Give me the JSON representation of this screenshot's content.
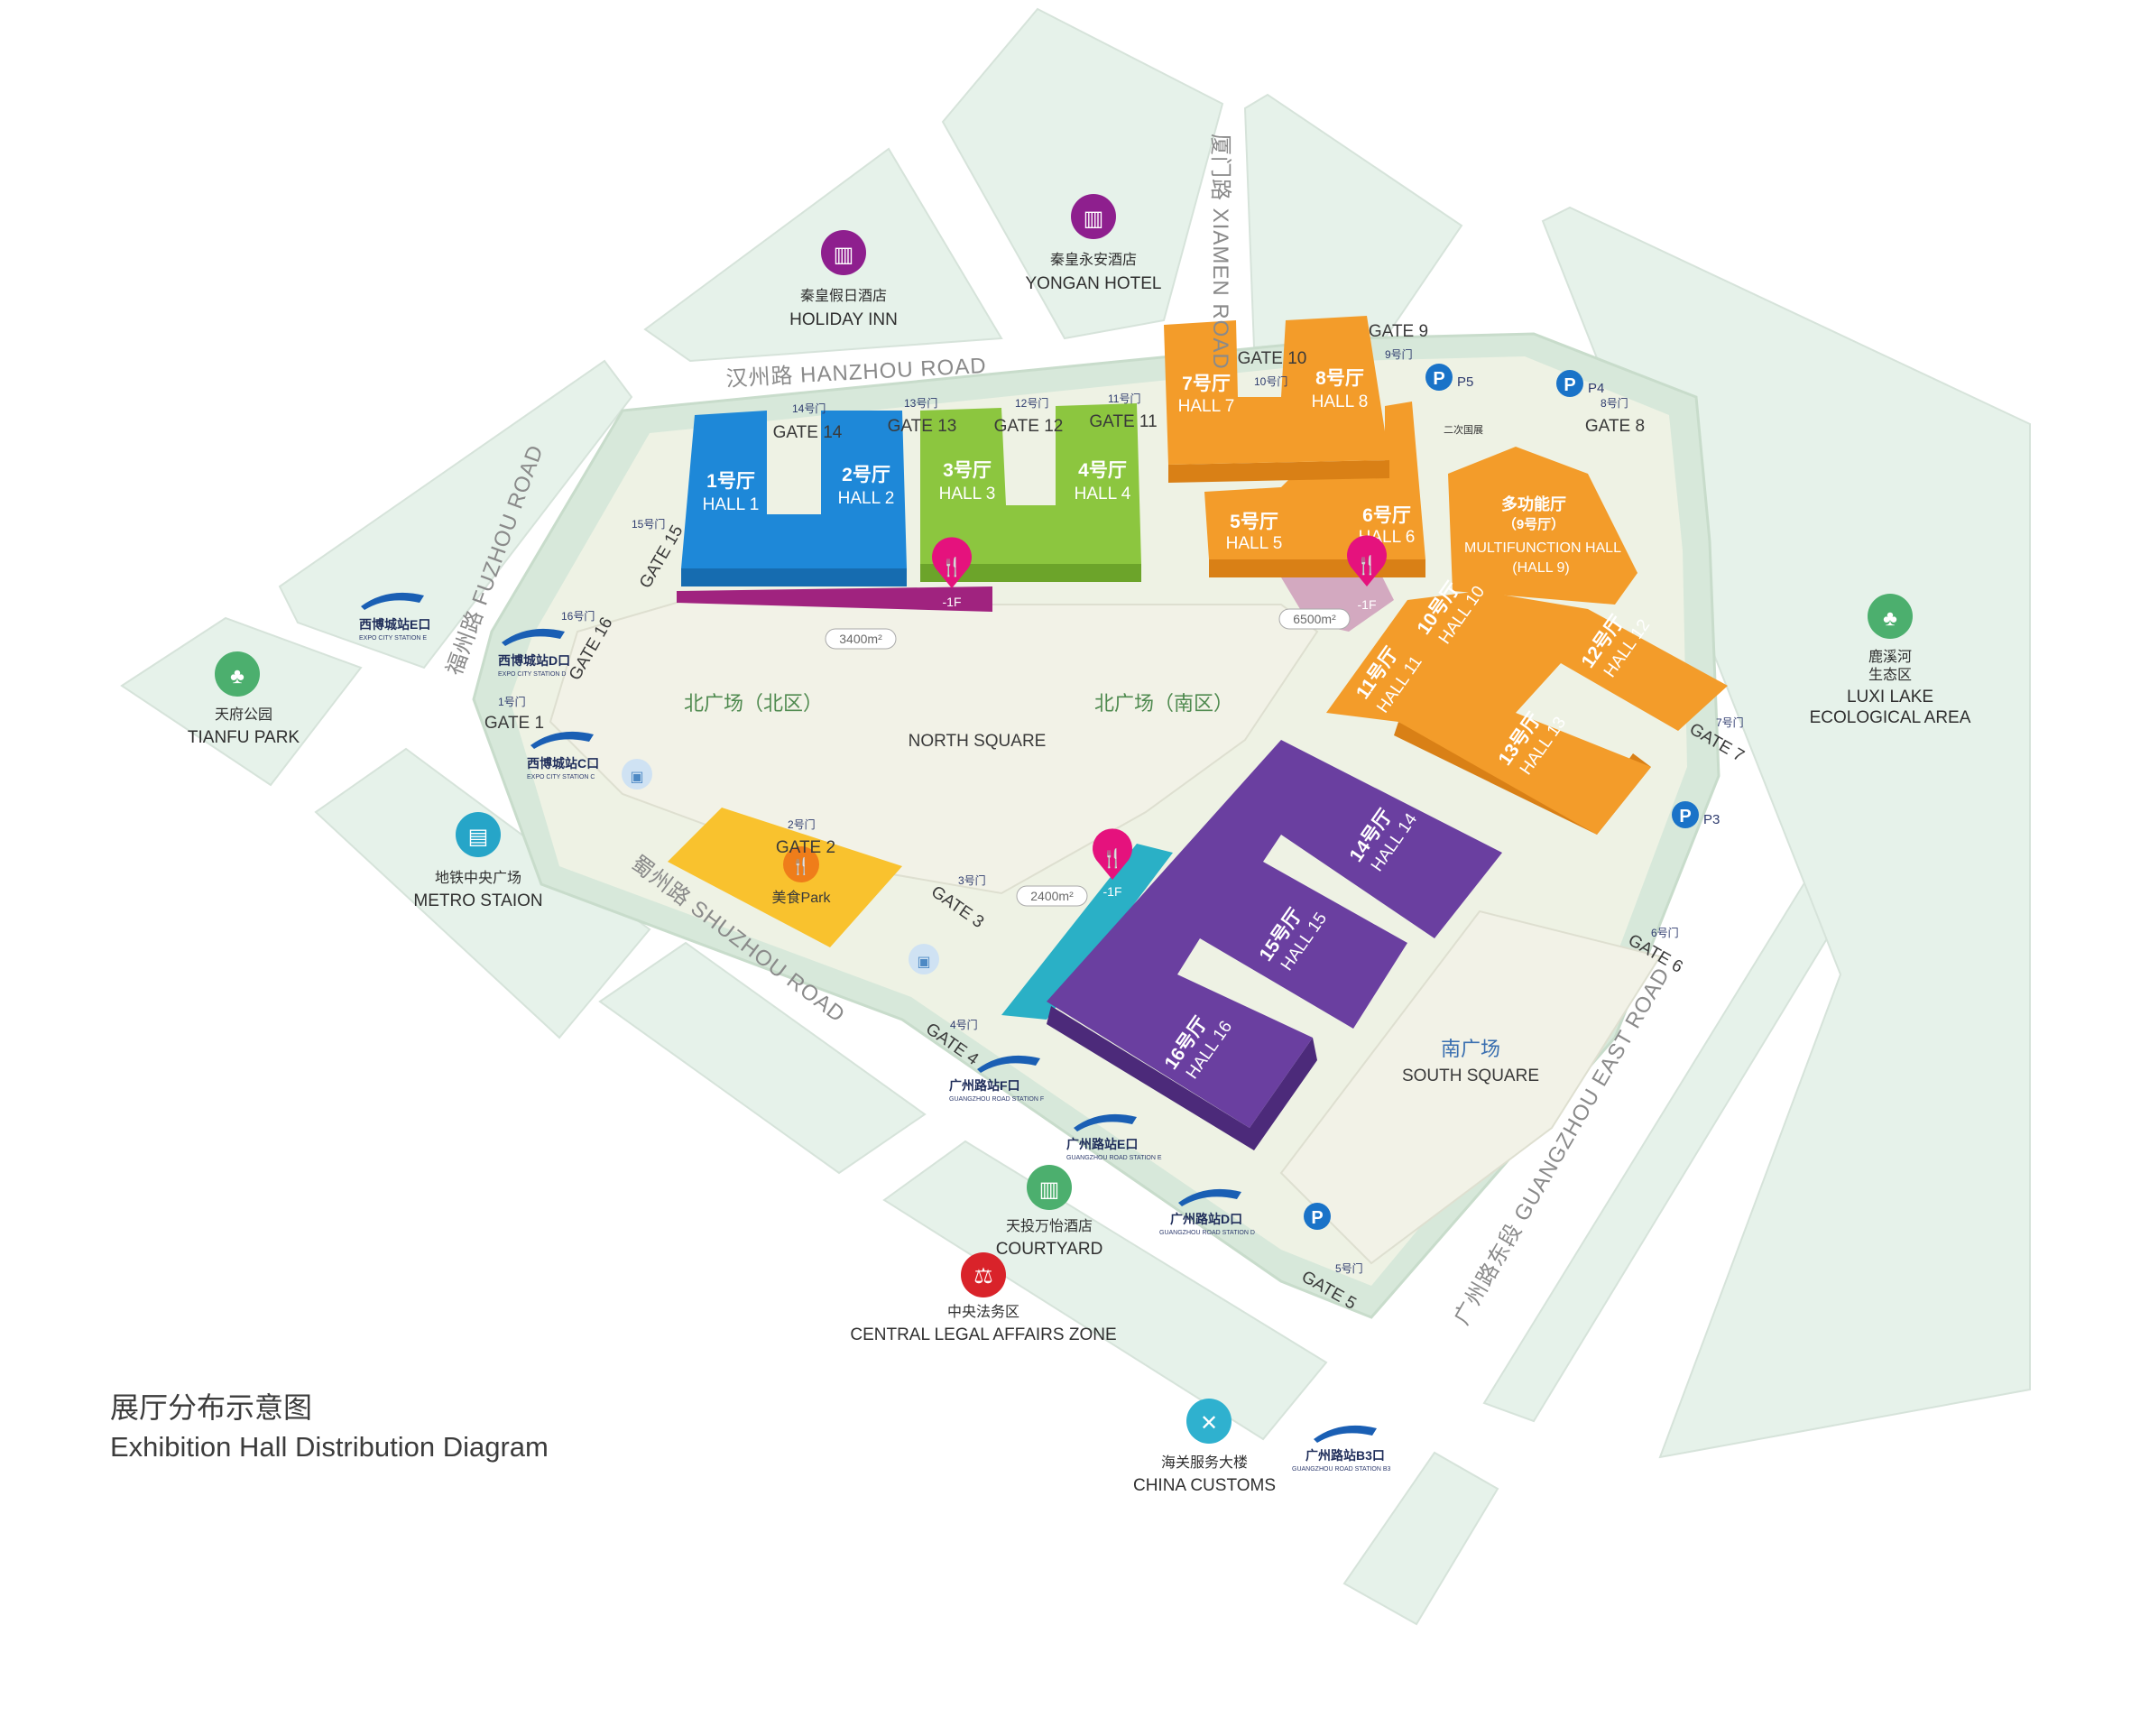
{
  "caption": {
    "title_cn": "展厅分布示意图",
    "title_en": "Exhibition Hall Distribution Diagram"
  },
  "colors": {
    "hall_blue": "#1e88d8",
    "hall_green": "#8cc63f",
    "hall_orange": "#f39c2a",
    "hall_purple": "#6a3fa0",
    "plaza": "#eef2e4",
    "block": "#e6f2ea",
    "food": "#f9c22e",
    "dining_pin": "#e5127d",
    "parking": "#1a73c8",
    "metro": "#1a5fb4",
    "hotel_icon": "#8e1f8e",
    "park_icon": "#4caf6e",
    "transit_icon": "#26a5c8",
    "legal_icon": "#d9232a",
    "customs_icon": "#2fb1cf",
    "underpass_magenta": "#a0237f",
    "underpass_cyan": "#2ab0c6"
  },
  "roads": {
    "hanzhou": "汉州路 HANZHOU ROAD",
    "xiamen": "厦门路 XIAMEN ROAD",
    "fuzhou": "福州路 FUZHOU ROAD",
    "shuzhou": "蜀州路 SHUZHOU ROAD",
    "guangzhou_east": "广州路东段 GUANGZHOU EAST ROAD"
  },
  "halls": {
    "h1": {
      "cn": "1号厅",
      "en": "HALL 1"
    },
    "h2": {
      "cn": "2号厅",
      "en": "HALL 2"
    },
    "h3": {
      "cn": "3号厅",
      "en": "HALL 3"
    },
    "h4": {
      "cn": "4号厅",
      "en": "HALL 4"
    },
    "h5": {
      "cn": "5号厅",
      "en": "HALL 5"
    },
    "h6": {
      "cn": "6号厅",
      "en": "HALL 6"
    },
    "h7": {
      "cn": "7号厅",
      "en": "HALL 7"
    },
    "h8": {
      "cn": "8号厅",
      "en": "HALL 8"
    },
    "h9": {
      "cn": "多功能厅",
      "cn2": "（9号厅）",
      "en": "MULTIFUNCTION HALL",
      "en2": "(HALL 9)"
    },
    "h10": {
      "cn": "10号厅",
      "en": "HALL 10"
    },
    "h11": {
      "cn": "11号厅",
      "en": "HALL 11"
    },
    "h12": {
      "cn": "12号厅",
      "en": "HALL 12"
    },
    "h13": {
      "cn": "13号厅",
      "en": "HALL 13"
    },
    "h14": {
      "cn": "14号厅",
      "en": "HALL 14"
    },
    "h15": {
      "cn": "15号厅",
      "en": "HALL 15"
    },
    "h16": {
      "cn": "16号厅",
      "en": "HALL 16"
    }
  },
  "gates": {
    "g1": "GATE 1",
    "g1_cn": "1号门",
    "g2": "GATE 2",
    "g2_cn": "2号门",
    "g3": "GATE 3",
    "g3_cn": "3号门",
    "g4": "GATE 4",
    "g4_cn": "4号门",
    "g5": "GATE 5",
    "g5_cn": "5号门",
    "g6": "GATE 6",
    "g6_cn": "6号门",
    "g7": "GATE 7",
    "g7_cn": "7号门",
    "g8": "GATE 8",
    "g8_cn": "8号门",
    "g9": "GATE 9",
    "g9_cn": "9号门",
    "g10": "GATE 10",
    "g10_cn": "10号门",
    "g11": "GATE 11",
    "g11_cn": "11号门",
    "g12": "GATE 12",
    "g12_cn": "12号门",
    "g13": "GATE 13",
    "g13_cn": "13号门",
    "g14": "GATE 14",
    "g14_cn": "14号门",
    "g15": "GATE 15",
    "g15_cn": "15号门",
    "g16": "GATE 16",
    "g16_cn": "16号门"
  },
  "squares": {
    "north_north_cn": "北广场（北区）",
    "north_south_cn": "北广场（南区）",
    "north_en": "NORTH SQUARE",
    "south_cn": "南广场",
    "south_en": "SOUTH SQUARE",
    "second_plaza": "二次国展"
  },
  "areas": {
    "a3400": "3400m²",
    "a6500": "6500m²",
    "a2400": "2400m²"
  },
  "floors": {
    "basement": "-1F"
  },
  "food_court": "美食Park",
  "parking": {
    "p3": "P3",
    "p4": "P4",
    "p5": "P5"
  },
  "pois": {
    "holiday_inn": {
      "cn": "秦皇假日酒店",
      "en": "HOLIDAY INN"
    },
    "yongan": {
      "cn": "秦皇永安酒店",
      "en": "YONGAN HOTEL"
    },
    "tianfu_park": {
      "cn": "天府公园",
      "en": "TIANFU PARK"
    },
    "metro": {
      "cn": "地铁中央广场",
      "en": "METRO STAION"
    },
    "luxi": {
      "cn": "鹿溪河",
      "cn2": "生态区",
      "en": "LUXI LAKE",
      "en2": "ECOLOGICAL AREA"
    },
    "courtyard": {
      "cn": "天投万怡酒店",
      "en": "COURTYARD"
    },
    "legal": {
      "cn": "中央法务区",
      "en": "CENTRAL LEGAL AFFAIRS ZONE"
    },
    "customs": {
      "cn": "海关服务大楼",
      "en": "CHINA CUSTOMS"
    }
  },
  "stations": {
    "expo_e": {
      "cn": "西博城站E口",
      "en": "EXPO CITY STATION E"
    },
    "expo_d": {
      "cn": "西博城站D口",
      "en": "EXPO CITY STATION D"
    },
    "expo_c": {
      "cn": "西博城站C口",
      "en": "EXPO CITY STATION C"
    },
    "gz_f": {
      "cn": "广州路站F口",
      "en": "GUANGZHOU ROAD STATION F"
    },
    "gz_e": {
      "cn": "广州路站E口",
      "en": "GUANGZHOU ROAD STATION E"
    },
    "gz_d": {
      "cn": "广州路站D口",
      "en": "GUANGZHOU ROAD STATION D"
    },
    "gz_b3": {
      "cn": "广州路站B3口",
      "en": "GUANGZHOU ROAD STATION B3"
    }
  }
}
